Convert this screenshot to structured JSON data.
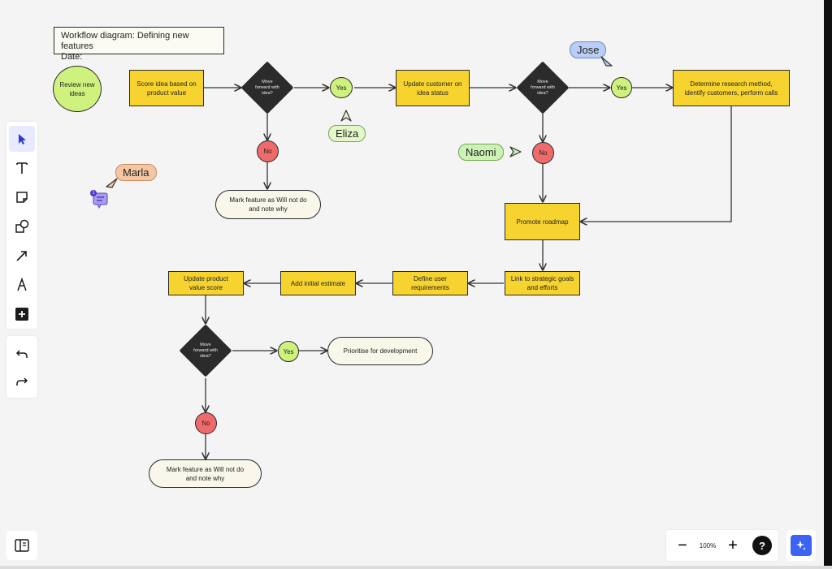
{
  "title_box": {
    "line1": "Workflow diagram: Defining new features",
    "line2": "Date:"
  },
  "nodes": {
    "review": "Review new ideas",
    "score": "Score idea based on product value",
    "decision1": "Move forward with idea?",
    "yes1": "Yes",
    "no1": "No",
    "will_not_do_1": "Mark feature as Will not do and note why",
    "update_customer": "Update customer on idea status",
    "decision2": "Move forward with idea?",
    "yes2": "Yes",
    "no2": "No",
    "research": "Determine research method, identify customers, perform calls",
    "promote": "Promote roadmap",
    "link_goals": "Link to strategic goals and efforts",
    "define_req": "Define user requirements",
    "add_estimate": "Add initial estimate",
    "update_value": "Update product value score",
    "decision3": "Move forward with idea?",
    "yes3": "Yes",
    "no3": "No",
    "prioritise": "Prioritise for development",
    "will_not_do_2": "Mark feature as Will not do and note why"
  },
  "cursors": {
    "jose": "Jose",
    "eliza": "Eliza",
    "naomi": "Naomi",
    "marla": "Marla"
  },
  "colors": {
    "yellow": "#f7d32f",
    "green": "#cff27e",
    "red": "#ef6b6b",
    "pill": "#f8f7ea",
    "diamond": "#2b2b2b",
    "jose": "#b9cdf7",
    "eliza": "#e3f7c7",
    "naomi": "#cdf2b6",
    "marla": "#f5c6a3",
    "accent": "#3b63f5"
  },
  "toolbar": {
    "tools": [
      "select-icon",
      "text-icon",
      "sticky-note-icon",
      "shapes-icon",
      "arrow-icon",
      "pen-icon",
      "add-icon"
    ],
    "history": [
      "undo-icon",
      "redo-icon"
    ]
  },
  "zoom": {
    "level": "100%",
    "minus": "−",
    "plus": "+",
    "help": "?"
  },
  "comment_count": "1"
}
